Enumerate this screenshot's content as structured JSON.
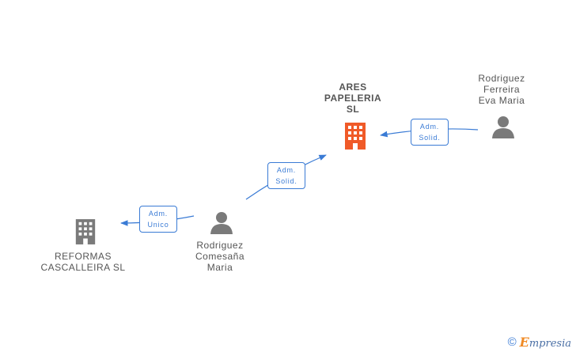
{
  "nodes": {
    "ares": {
      "line1": "ARES",
      "line2": "PAPELERIA",
      "line3": "SL"
    },
    "reformas": {
      "line1": "REFORMAS",
      "line2": "CASCALLEIRA SL"
    },
    "comesana": {
      "line1": "Rodriguez",
      "line2": "Comesaña",
      "line3": "Maria"
    },
    "ferreira": {
      "line1": "Rodriguez",
      "line2": "Ferreira",
      "line3": "Eva Maria"
    }
  },
  "edges": {
    "comesana_to_ares": {
      "line1": "Adm.",
      "line2": "Solid."
    },
    "ferreira_to_ares": {
      "line1": "Adm.",
      "line2": "Solid."
    },
    "comesana_to_reformas": {
      "line1": "Adm.",
      "line2": "Unico"
    }
  },
  "colors": {
    "focus_company": "#f05a28",
    "company": "#7a7a7a",
    "person": "#7a7a7a",
    "edge": "#3a7bd5"
  },
  "watermark": {
    "copyright": "©",
    "brand_initial": "E",
    "brand_rest": "mpresia"
  }
}
